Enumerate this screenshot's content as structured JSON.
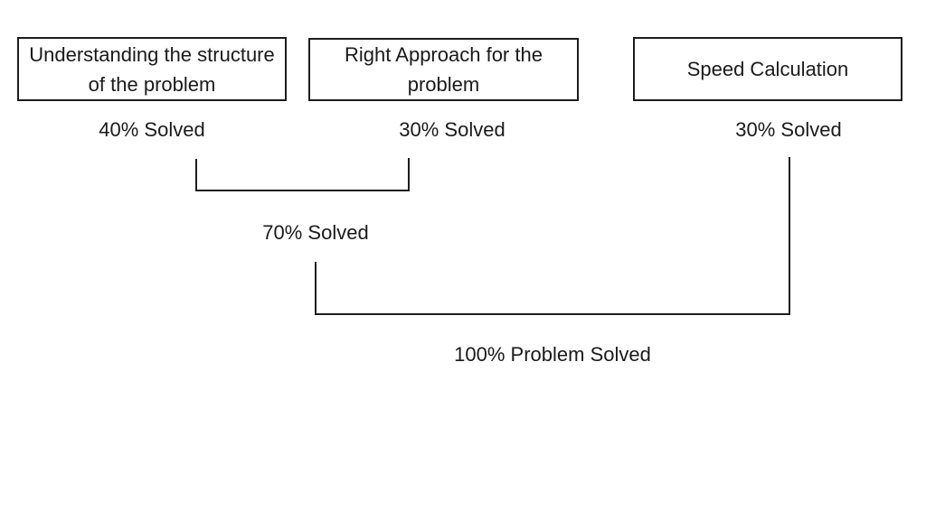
{
  "diagram": {
    "boxes": [
      {
        "label": "Understanding the structure of the problem",
        "solved_label": "40% Solved"
      },
      {
        "label": "Right Approach for the problem",
        "solved_label": "30% Solved"
      },
      {
        "label": "Speed Calculation",
        "solved_label": "30% Solved"
      }
    ],
    "merge_label": "70% Solved",
    "final_label": "100% Problem Solved",
    "colors": {
      "line": "#1d1d1d",
      "text": "#1a1a1a",
      "background": "#ffffff"
    }
  }
}
